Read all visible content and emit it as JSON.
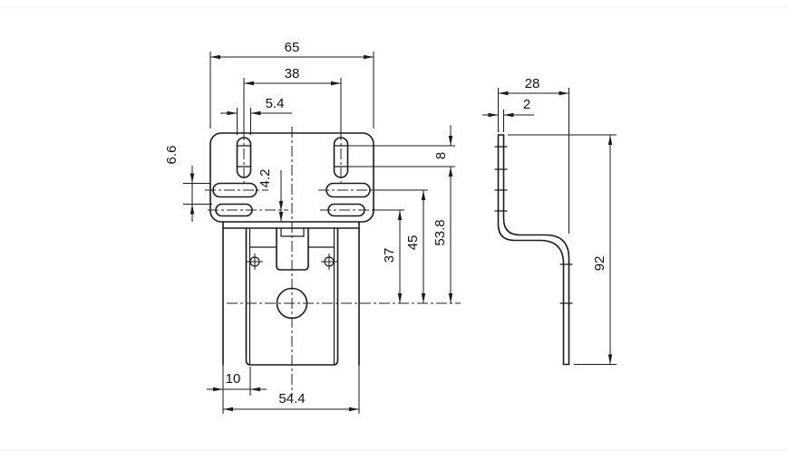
{
  "drawing": {
    "kind": "technical-dimension-drawing",
    "part": "sheet-metal-bracket",
    "line_color": "#1a1a1a",
    "background_color": "#ffffff",
    "views": {
      "front": {
        "label": "front-view",
        "dimensions": {
          "overall_width": "65",
          "top_slot_spacing": "38",
          "top_slot_width": "5.4",
          "side_slot_gap": "6.6",
          "slot_to_edge_offset": "4.2",
          "top_slot_straight_length": "8",
          "height_to_center_outer": "53.8",
          "height_to_center_mid": "45",
          "height_to_center_inner": "37",
          "flange_depth": "10",
          "lower_body_width": "54.4"
        }
      },
      "side": {
        "label": "side-view",
        "dimensions": {
          "depth": "28",
          "material_thickness": "2",
          "overall_height": "92"
        }
      }
    }
  }
}
